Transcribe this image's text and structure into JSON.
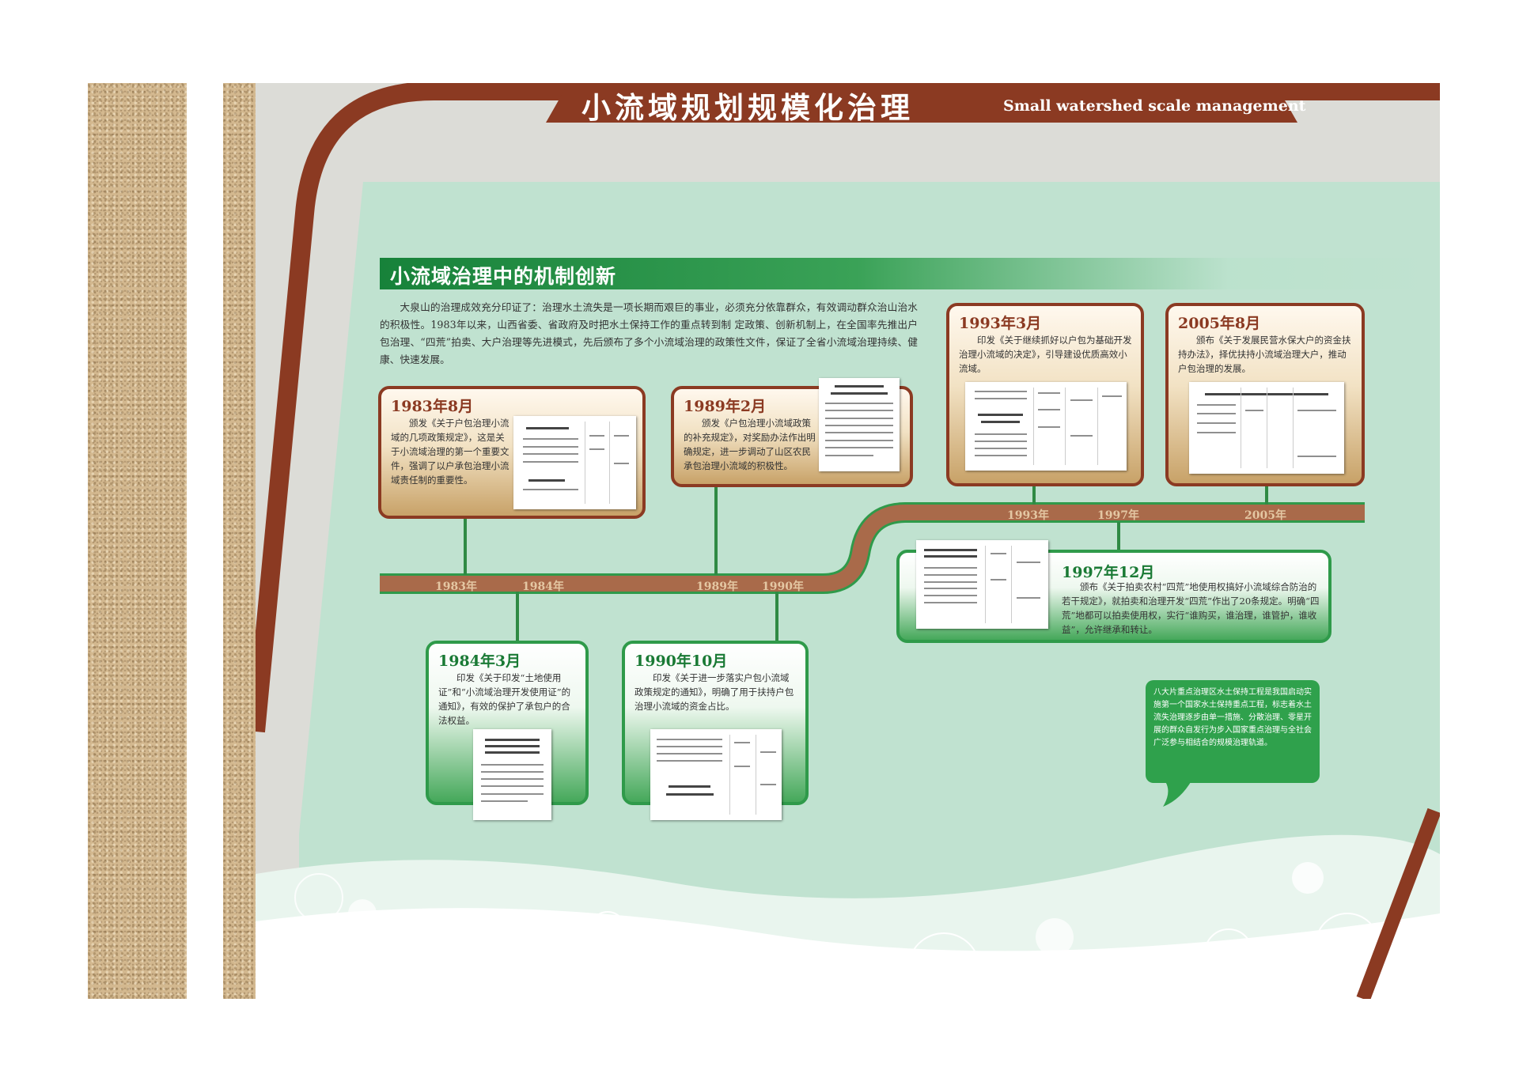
{
  "header": {
    "title_cn": "小流域规划规模化治理",
    "title_en": "Small watershed scale management"
  },
  "section": {
    "title": "小流域治理中的机制创新",
    "intro": "大泉山的治理成效充分印证了：治理水土流失是一项长期而艰巨的事业，必须充分依靠群众，有效调动群众治山治水的积极性。1983年以来，山西省委、省政府及时把水土保持工作的重点转到制 定政策、创新机制上，在全国率先推出户包治理、“四荒”拍卖、大户治理等先进模式，先后颁布了多个小流域治理的政策性文件，保证了全省小流域治理持续、健康、快速发展。"
  },
  "timeline": {
    "year_labels": [
      "1983年",
      "1984年",
      "1989年",
      "1990年",
      "1993年",
      "1997年",
      "2005年"
    ],
    "events": [
      {
        "date": "1983年8月",
        "text": "颁发《关于户包治理小流域的几项政策规定》，这是关于小流域治理的第一个重要文件，强调了以户承包治理小流域责任制的重要性。"
      },
      {
        "date": "1989年2月",
        "text": "颁发《户包治理小流域政策的补充规定》，对奖励办法作出明确规定，进一步调动了山区农民承包治理小流域的积极性。"
      },
      {
        "date": "1993年3月",
        "text": "印发《关于继续抓好以户包为基础开发治理小流域的决定》，引导建设优质高效小流域。"
      },
      {
        "date": "2005年8月",
        "text": "颁布《关于发展民营水保大户的资金扶持办法》，择优扶持小流域治理大户，推动户包治理的发展。"
      },
      {
        "date": "1984年3月",
        "text": "印发《关于印发“土地使用证”和“小流域治理开发使用证”的通知》，有效的保护了承包户的合法权益。"
      },
      {
        "date": "1990年10月",
        "text": "印发《关于进一步落实户包小流域政策规定的通知》，明确了用于扶持户包治理小流域的资金占比。"
      },
      {
        "date": "1997年12月",
        "text": "颁布《关于拍卖农村“四荒”地使用权搞好小流域综合防治的若干规定》，就拍卖和治理开发“四荒”作出了20条规定。明确“四荒”地都可以拍卖使用权，实行“谁购买，谁治理，谁管护，谁收益”，允许继承和转让。"
      }
    ]
  },
  "callout": {
    "text": "八大片重点治理区水土保持工程是我国启动实施第一个国家水土保持重点工程，标志着水土流失治理逐步由单一措施、分散治理、零星开展的群众自发行为步入国家重点治理与全社会广泛参与相结合的规模治理轨道。"
  },
  "colors": {
    "brown": "#8b3a22",
    "green": "#2f9a4a",
    "mint_background": "#c0e2d0",
    "stone": "#d3b88f"
  }
}
